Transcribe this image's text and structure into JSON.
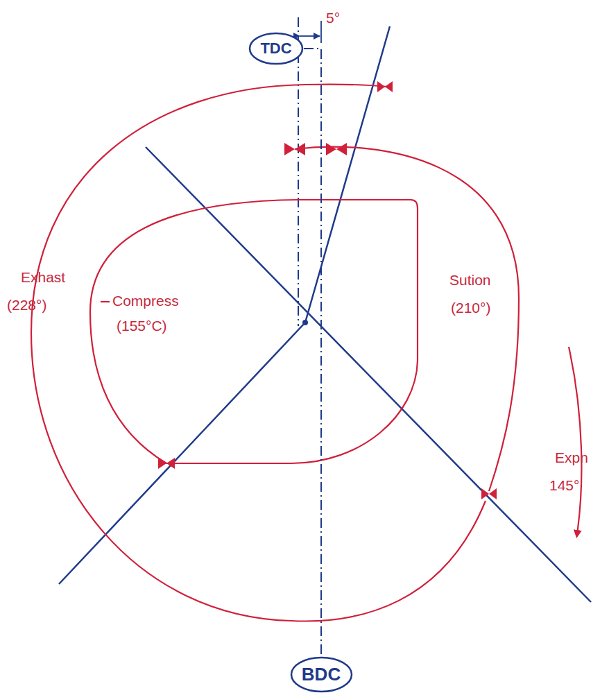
{
  "diagram": {
    "nodes": [
      {
        "text": [
          "TDC"
        ]
      },
      {
        "text": [
          "BDC"
        ]
      }
    ],
    "edges": [
      {
        "from": 0,
        "to": 1,
        "arrow": "none"
      }
    ],
    "labels": [
      "5°",
      "Exhast",
      "(228°)",
      "Compress",
      "(155°C)",
      "Sution",
      "(210°)",
      "Expn",
      "145°"
    ]
  }
}
